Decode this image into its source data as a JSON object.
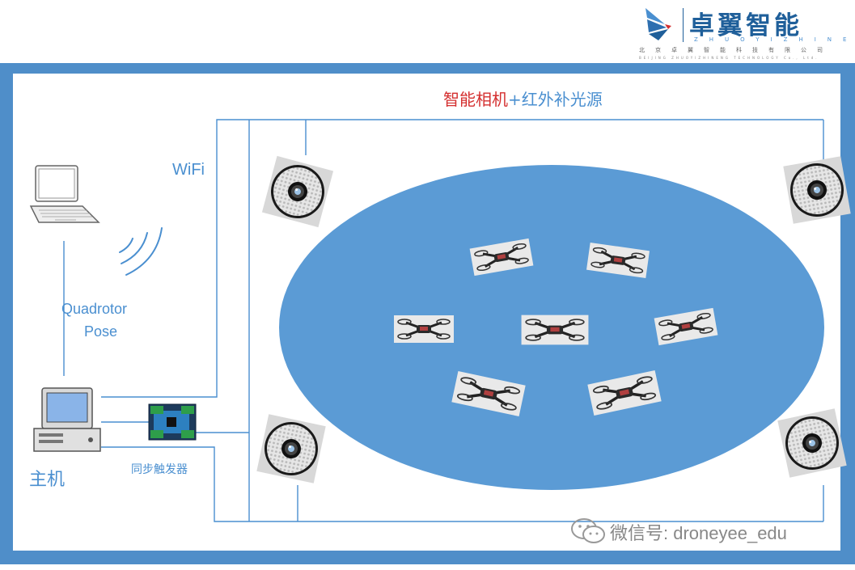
{
  "logo": {
    "company_cn": "卓翼智能",
    "company_pinyin": "ZHUOYIZHINENG",
    "company_full_cn": "北京卓翼智能科技有限公司",
    "company_full_en": "BEIJING ZHUOYIZHINENG TECHNOLOGY Co., Ltd."
  },
  "title": {
    "red_part": "智能相机",
    "blue_part": "+红外补光源"
  },
  "labels": {
    "wifi": "WiFi",
    "pose_line1": "Quadrotor",
    "pose_line2": "Pose",
    "host": "主机",
    "sync_trigger": "同步触发器"
  },
  "watermark": {
    "text": "微信号: droneyee_edu"
  },
  "nodes": {
    "cameras": [
      "camera-top-left",
      "camera-top-right",
      "camera-bottom-left",
      "camera-bottom-right"
    ],
    "drones": [
      "drone-1",
      "drone-2",
      "drone-3",
      "drone-4",
      "drone-5",
      "drone-6",
      "drone-7"
    ]
  },
  "colors": {
    "frame": "#4f8ec9",
    "arena": "#5b9bd5",
    "line": "#4a8fd0",
    "title_red": "#d42f2f",
    "title_blue": "#4a8fd0",
    "logo_blue": "#1f5f9a"
  },
  "icons": [
    "laptop-icon",
    "wifi-waves-icon",
    "desktop-computer-icon",
    "circuit-board-icon",
    "ring-light-camera-icon",
    "quadrotor-drone-icon",
    "wechat-icon"
  ]
}
